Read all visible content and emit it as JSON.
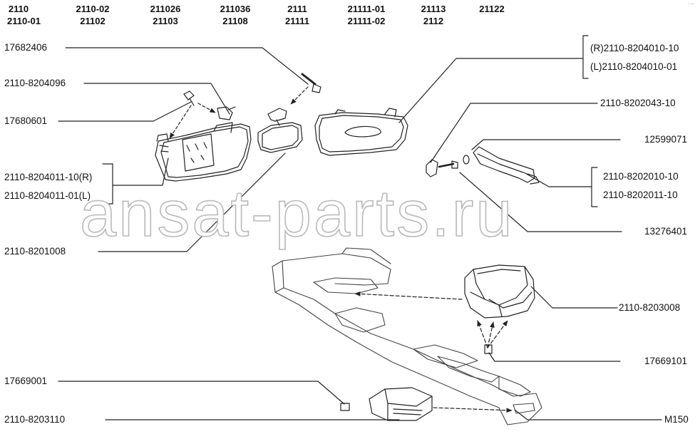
{
  "models": [
    [
      "2110",
      "2110-01"
    ],
    [
      "2110-02",
      "21102"
    ],
    [
      "211026",
      "21103"
    ],
    [
      "211036",
      "21108"
    ],
    [
      "2111",
      "21111"
    ],
    [
      "21111-01",
      "21111-02"
    ],
    [
      "21113",
      "2112"
    ],
    [
      "21122",
      ""
    ]
  ],
  "left_labels": [
    "17682406",
    "2110-8204096",
    "17680601",
    "2110-8204011-10(R)",
    "2110-8204011-01(L)",
    "2110-8201008",
    "17669001",
    "2110-8203110"
  ],
  "right_labels": [
    "(R)2110-8204010-10",
    "(L)2110-8204010-01",
    "2110-8202043-10",
    "12599071",
    "2110-8202010-10",
    "2110-8202011-10",
    "13276401",
    "2110-8203008",
    "17669101",
    "M150"
  ],
  "watermark": "ansat-parts.ru",
  "corner_mark": "▫ ▫▫▫"
}
